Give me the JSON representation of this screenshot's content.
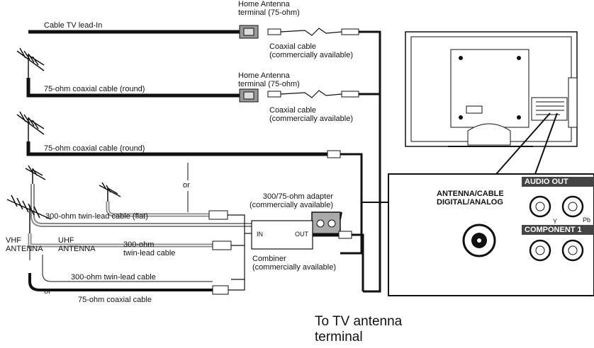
{
  "labels": {
    "cable_tv_lead_in": "Cable TV lead-In",
    "home_antenna_terminal_1": "Home Antenna\nterminal (75-ohm)",
    "coaxial_cable_1": "Coaxial cable\n(commercially available)",
    "home_antenna_terminal_2": "Home Antenna\nterminal (75-ohm)",
    "coaxial_cable_2": "Coaxial cable\n(commercially available)",
    "coax_round_1": "75-ohm coaxial cable (round)",
    "coax_round_2": "75-ohm coaxial cable (round)",
    "or_1": "or",
    "adapter": "300/75-ohm adapter\n(commercially available)",
    "twin_lead_flat": "300-ohm twin-lead cable (flat)",
    "vhf_antenna": "VHF\nANTENNA",
    "uhf_antenna": "UHF\nANTENNA",
    "twin_lead_300_a": "300-ohm\ntwin-lead cable",
    "twin_lead_300_b": "300-ohm twin-lead cable",
    "or_2": "or",
    "coax_75_bottom": "75-ohm coaxial cable",
    "combiner_in": "IN",
    "combiner_out": "OUT",
    "combiner": "Combiner\n(commercially available)",
    "antenna_cable_port": "ANTENNA/CABLE\nDIGITAL/ANALOG",
    "audio_out": "AUDIO OUT",
    "component": "COMPONENT 1",
    "jack_y": "Y",
    "jack_pb": "Pb",
    "to_tv_terminal": "To TV antenna\nterminal"
  }
}
